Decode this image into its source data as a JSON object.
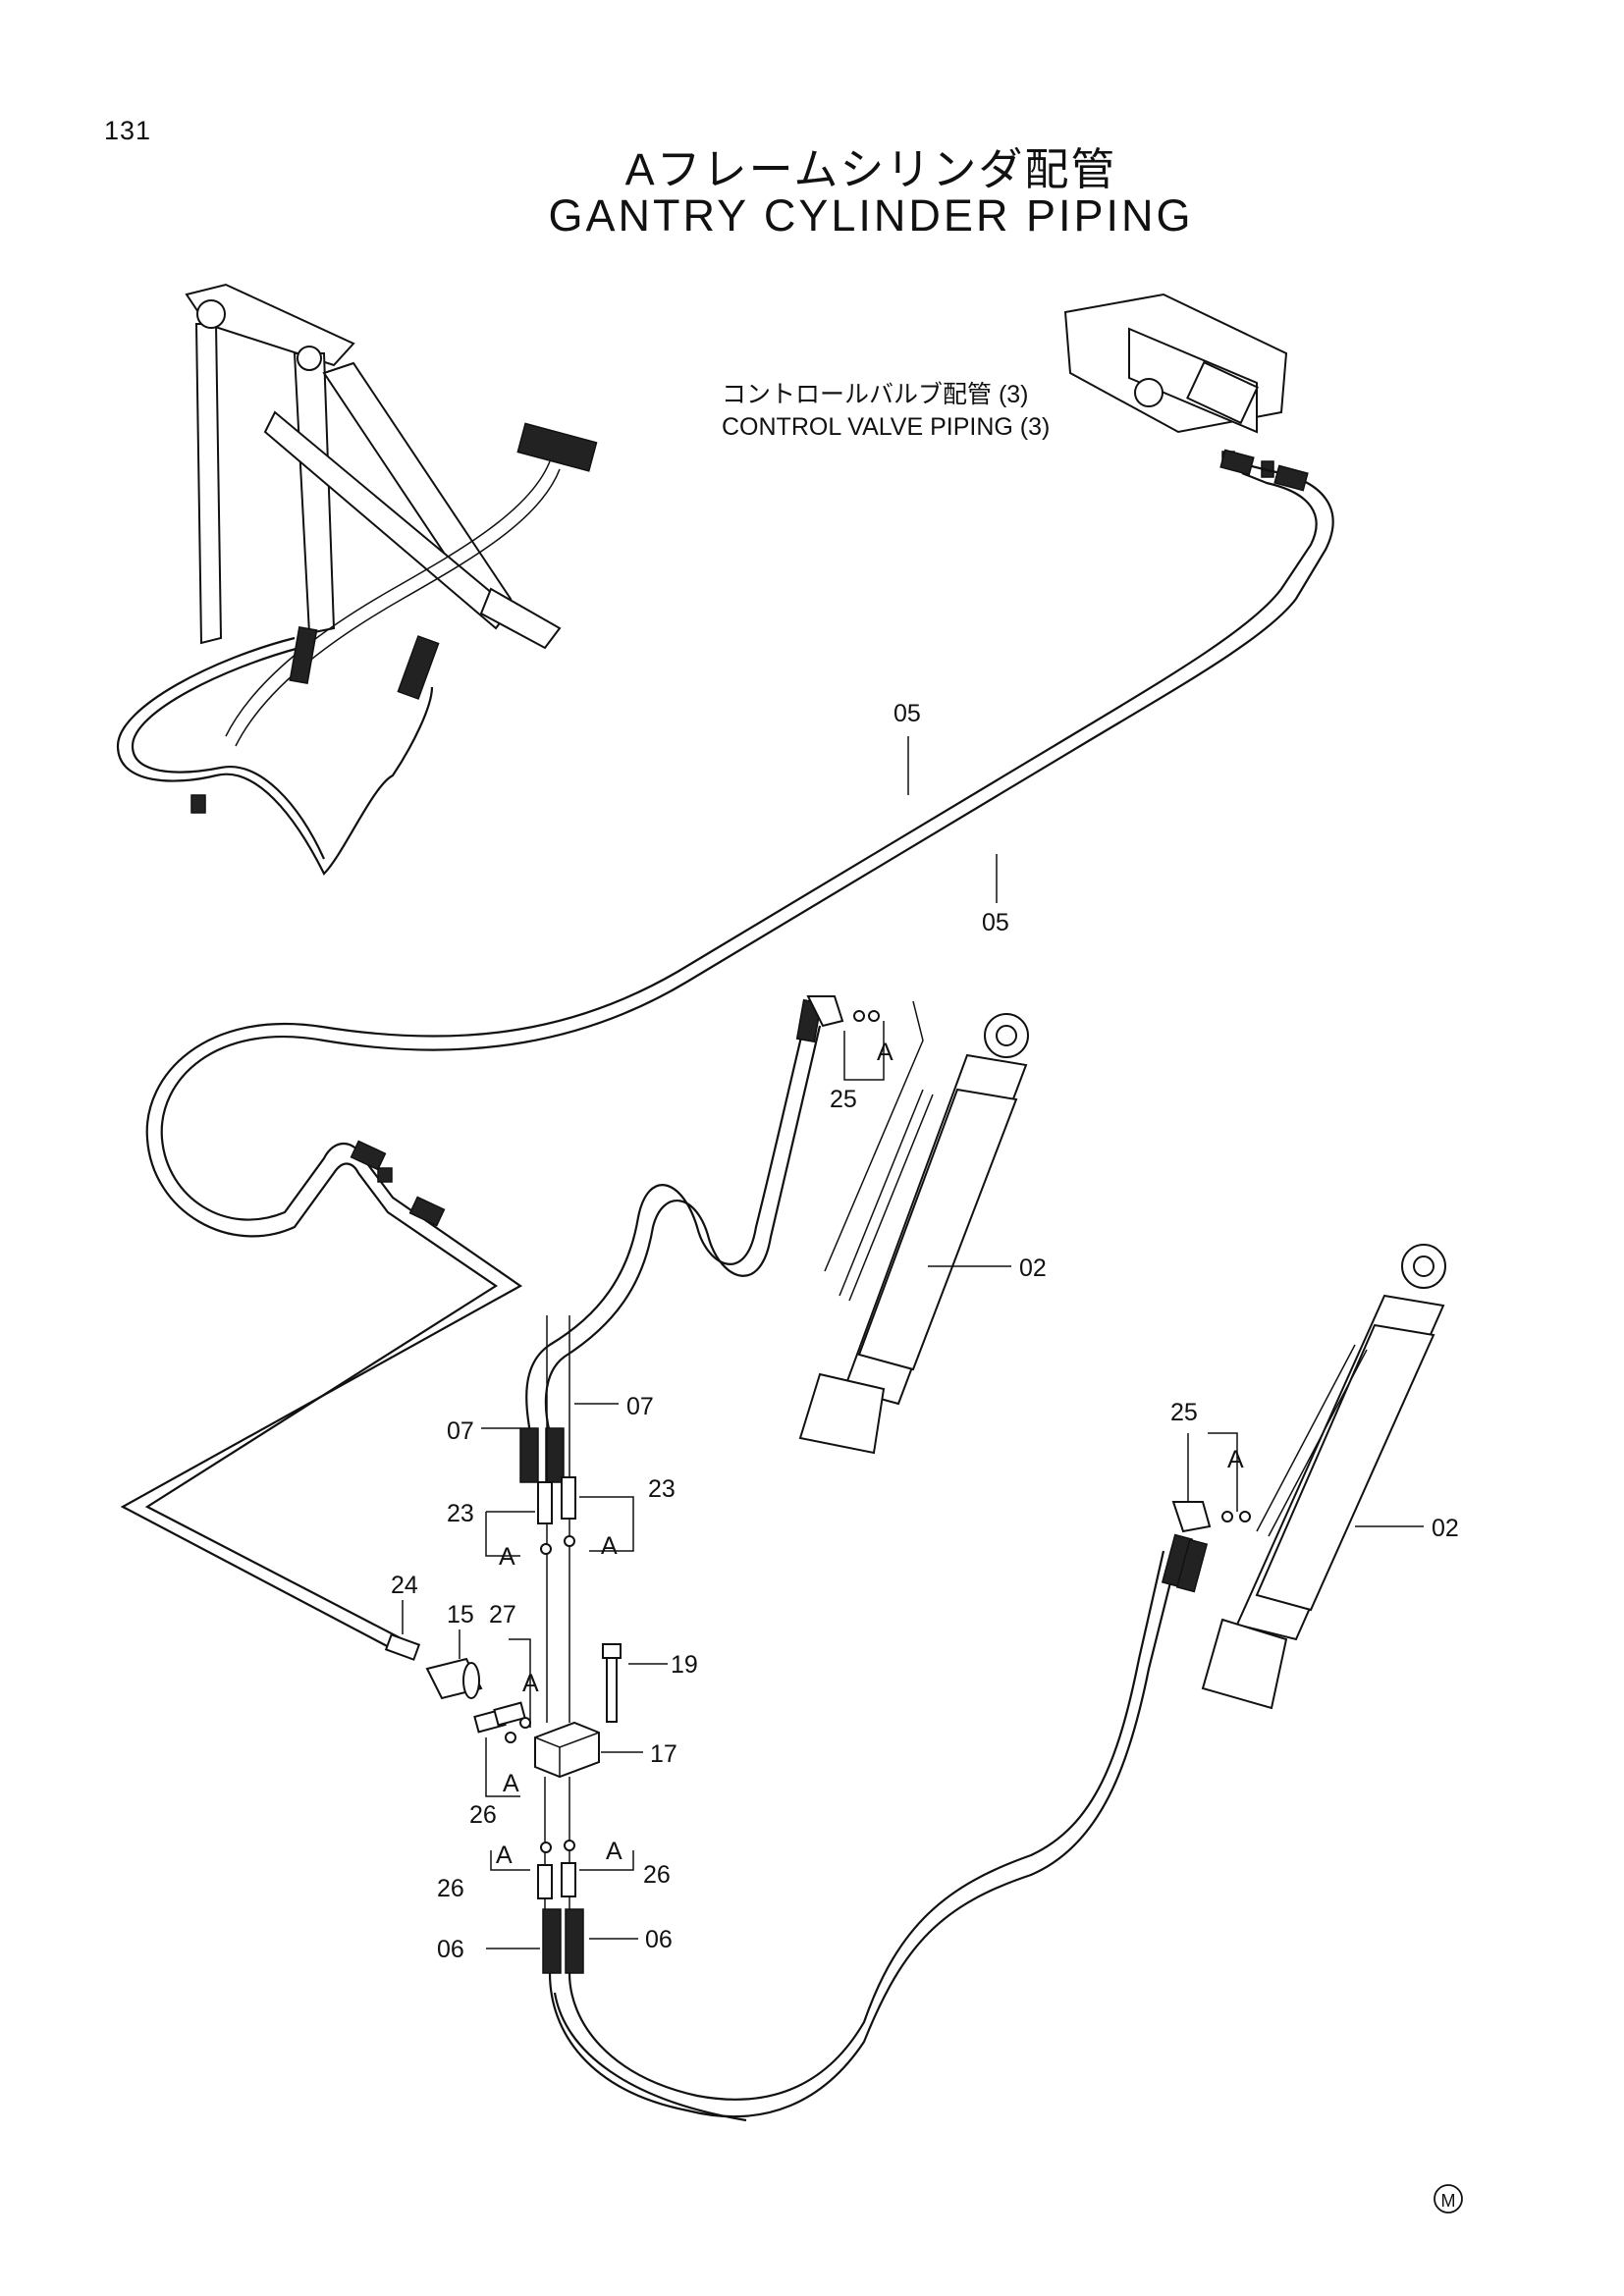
{
  "page_number": "131",
  "title_jp": "Aフレームシリンダ配管",
  "title_en": "GANTRY CYLINDER PIPING",
  "reference_label_jp": "コントロールバルブ配管 (3)",
  "reference_label_en": "CONTROL VALVE PIPING (3)",
  "callouts": {
    "c05a": "05",
    "c05b": "05",
    "c02a": "02",
    "c02b": "02",
    "c25a": "25",
    "c25b": "25",
    "c07a": "07",
    "c07b": "07",
    "c23a": "23",
    "c23b": "23",
    "c24": "24",
    "c15": "15",
    "c27": "27",
    "c19": "19",
    "c17": "17",
    "c26a": "26",
    "c26b": "26",
    "c26c": "26",
    "c06a": "06",
    "c06b": "06"
  },
  "view_marks": {
    "a1": "A",
    "a2": "A",
    "a3": "A",
    "a4": "A",
    "a5": "A",
    "a6": "A",
    "a7": "A",
    "a8": "A",
    "a9": "A"
  },
  "corner_mark": "M"
}
